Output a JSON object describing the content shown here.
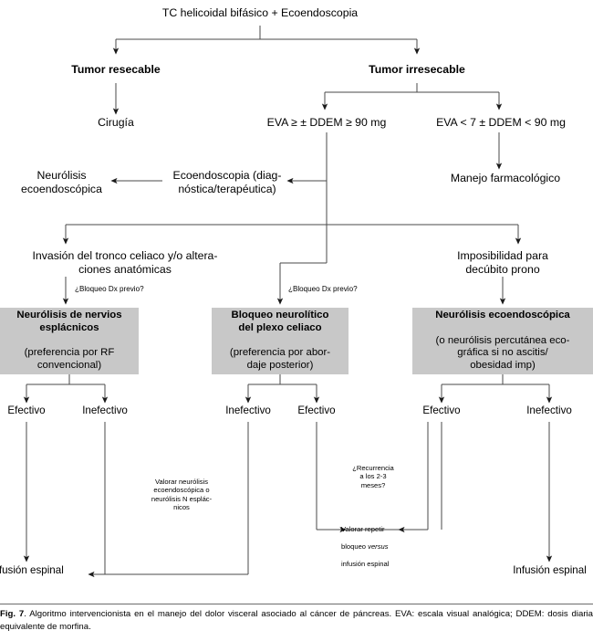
{
  "figure": {
    "number": "Fig. 7",
    "caption_text": ". Algoritmo intervencionista en el manejo del dolor visceral asociado al cáncer de páncreas. EVA: escala visual analógica; DDEM: dosis diaria equivalente de morfina."
  },
  "nodes": {
    "root": "TC helicoidal bifásico + Ecoendoscopia",
    "tumor_resecable": "Tumor resecable",
    "tumor_irresecable": "Tumor irresecable",
    "cirugia": "Cirugía",
    "eva_high": "EVA ≥ ± DDEM ≥ 90 mg",
    "eva_low": "EVA < 7 ± DDEM < 90 mg",
    "manejo_farmacologico": "Manejo farmacológico",
    "ecoendoscopia_diag": "Ecoendoscopia (diag-\nnóstica/terapéutica)",
    "neurolisis_ecoendoscopica": "Neurólisis\necoendoscópica",
    "invasion_tronco": "Invasión del tronco celiaco y/o altera-\nciones anatómicas",
    "imposibilidad_prono": "Imposibilidad para\ndecúbito prono",
    "bloqueo_dx_previo_left": "¿Bloqueo Dx previo?",
    "bloqueo_dx_previo_mid": "¿Bloqueo Dx previo?",
    "box_left_title": "Neurólisis de nervios\nesplácnicos",
    "box_left_sub": "(preferencia por RF\nconvencional)",
    "box_mid_title": "Bloqueo neurolítico\ndel plexo celiaco",
    "box_mid_sub": "(preferencia por abor-\ndaje posterior)",
    "box_right_title": "Neurólisis ecoendoscópica",
    "box_right_sub": "(o neurólisis percutánea eco-\ngráfica si no ascitis/\nobesidad imp)",
    "out_l1": "Efectivo",
    "out_l2": "Inefectivo",
    "out_m1": "Inefectivo",
    "out_m2": "Efectivo",
    "out_r1": "Efectivo",
    "out_r2": "Inefectivo",
    "note_valorar_neurolisis": "Valorar neurólisis\necoendoscópica o\nneurólisis N esplác-\nnicos",
    "note_recurrencia": "¿Recurrencia\na los 2-3\nmeses?",
    "note_valorar_repetir_1": "Valorar repetir",
    "note_valorar_repetir_2": "bloqueo ",
    "note_valorar_repetir_versus": "versus",
    "note_valorar_repetir_3": "infusión espinal",
    "infusion_espinal_left": "Infusión espinal",
    "infusion_espinal_right": "Infusión espinal"
  },
  "colors": {
    "box_fill": "#c8c8c8",
    "line": "#333333",
    "text": "#000000",
    "page_background": "#ffffff"
  }
}
